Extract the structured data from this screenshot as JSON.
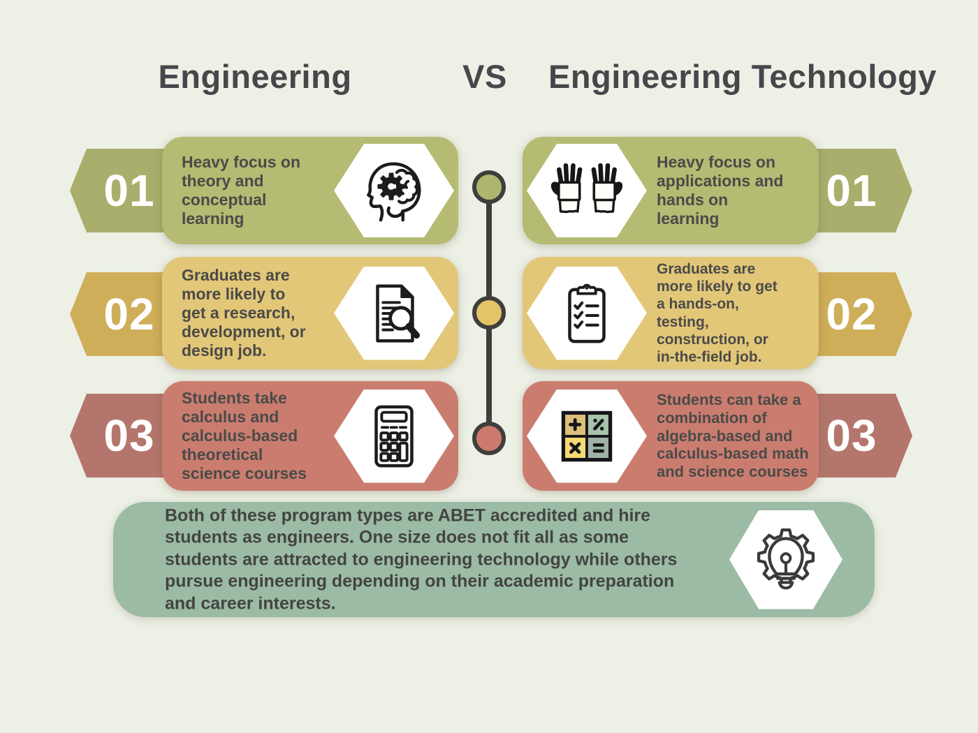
{
  "title": {
    "left": "Engineering",
    "vs": "VS",
    "right": "Engineering Technology"
  },
  "left_column": {
    "rows": [
      {
        "number": "01",
        "text": "Heavy focus on\ntheory and\nconceptual\nlearning",
        "icon": "head-gear-brain-icon",
        "card_color": "#b5bb72",
        "badge_color": "#a9ae6c"
      },
      {
        "number": "02",
        "text": "Graduates are\nmore likely to\nget a research,\ndevelopment, or\ndesign job.",
        "icon": "document-search-icon",
        "card_color": "#e3c778",
        "badge_color": "#cfae59"
      },
      {
        "number": "03",
        "text": "Students take\ncalculus and\ncalculus-based\ntheoretical\nscience courses",
        "icon": "calculator-icon",
        "card_color": "#ca7d6f",
        "badge_color": "#b4766c"
      }
    ]
  },
  "right_column": {
    "rows": [
      {
        "number": "01",
        "text": "Heavy focus on\napplications and\nhands on\nlearning",
        "icon": "gloves-icon",
        "card_color": "#b5bb72",
        "badge_color": "#a9ae6c"
      },
      {
        "number": "02",
        "text": "Graduates are\nmore likely to get\na hands-on,\ntesting,\nconstruction, or\nin-the-field job.",
        "icon": "clipboard-checklist-icon",
        "card_color": "#e3c778",
        "badge_color": "#cfae59"
      },
      {
        "number": "03",
        "text": "Students can take a\ncombination of\nalgebra-based and\ncalculus-based math\nand science courses",
        "icon": "math-operations-icon",
        "card_color": "#ca7d6f",
        "badge_color": "#b4766c"
      }
    ]
  },
  "footer": {
    "text": "Both of these program types are ABET accredited and hire\nstudents as engineers. One size does not fit all as some\nstudents are attracted to engineering technology while others\npursue engineering depending on their academic preparation\nand career interests.",
    "icon": "lightbulb-gear-icon",
    "card_color": "#9cbba4"
  },
  "colors": {
    "background": "#edf0e5",
    "title_text": "#45474a",
    "body_text": "#4a4a48",
    "connector": "#3e3e3c",
    "dot_green": "#adb56e",
    "dot_gold": "#e4c468",
    "dot_salmon": "#cb7a6c"
  }
}
